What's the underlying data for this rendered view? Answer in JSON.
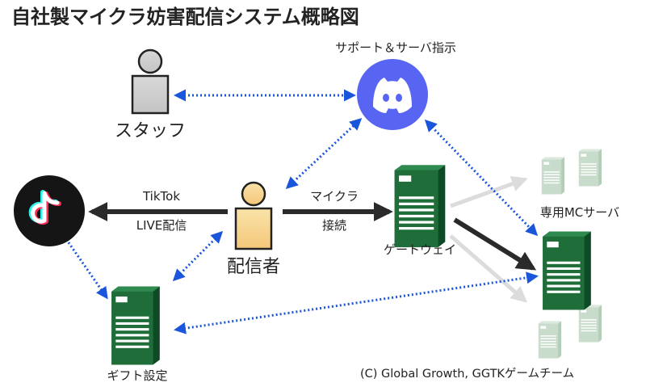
{
  "title": "自社製マイクラ妨害配信システム概略図",
  "nodes": {
    "staff": {
      "label": "スタッフ"
    },
    "discord": {
      "label": "サポート＆サーバ指示",
      "icon": "discord-icon"
    },
    "tiktok": {
      "icon": "tiktok-icon"
    },
    "streamer": {
      "label": "配信者"
    },
    "gateway": {
      "label": "ゲートウェイ"
    },
    "mc_server": {
      "label": "専用MCサーバ"
    },
    "gift": {
      "label": "ギフト設定"
    }
  },
  "edges": {
    "tiktok_live": {
      "line1": "TikTok",
      "line2": "LIVE配信"
    },
    "minecraft": {
      "line1": "マイクラ",
      "line2": "接続"
    }
  },
  "credit": "(C) Global Growth, GGTKゲームチーム",
  "colors": {
    "server_green": "#1f6e3a",
    "server_faded": "#c8dccb",
    "dotted_blue": "#1a56db",
    "discord_blurple": "#5865f2",
    "person_yellow": "#f7d58a"
  }
}
